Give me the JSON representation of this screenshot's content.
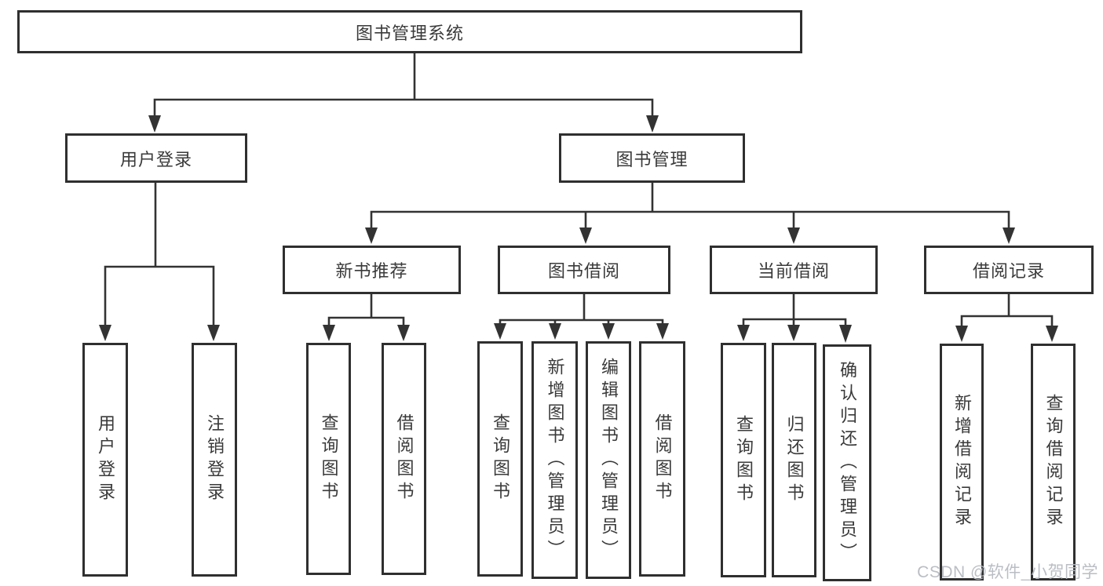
{
  "diagram_title": "图书管理系统",
  "colors": {
    "line": "#333333",
    "box_border": "#2f2f2f",
    "text": "#3a3a3a",
    "background": "#ffffff",
    "watermark": "#b6bbc1"
  },
  "tree": {
    "root": "图书管理系统",
    "children": [
      {
        "label": "用户登录",
        "children": [
          {
            "label": "用户登录"
          },
          {
            "label": "注销登录"
          }
        ]
      },
      {
        "label": "图书管理",
        "children": [
          {
            "label": "新书推荐",
            "children": [
              {
                "label": "查询图书"
              },
              {
                "label": "借阅图书"
              }
            ]
          },
          {
            "label": "图书借阅",
            "children": [
              {
                "label": "查询图书"
              },
              {
                "label": "新增图书（管理员）"
              },
              {
                "label": "编辑图书（管理员）"
              },
              {
                "label": "借阅图书"
              }
            ]
          },
          {
            "label": "当前借阅",
            "children": [
              {
                "label": "查询图书"
              },
              {
                "label": "归还图书"
              },
              {
                "label": "确认归还（管理员）"
              }
            ]
          },
          {
            "label": "借阅记录",
            "children": [
              {
                "label": "新增借阅记录"
              },
              {
                "label": "查询借阅记录"
              }
            ]
          }
        ]
      }
    ]
  },
  "watermark": {
    "text": "CSDN @软件_小贺同学"
  }
}
